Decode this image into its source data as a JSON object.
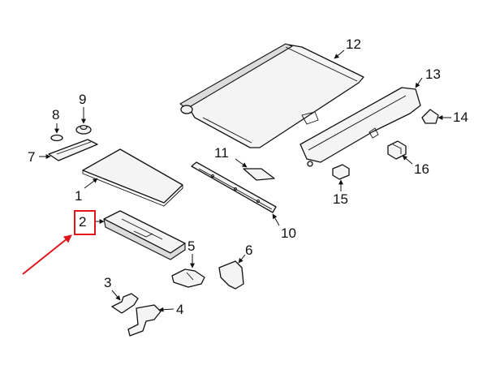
{
  "callouts": [
    {
      "id": "1",
      "label": "1"
    },
    {
      "id": "2",
      "label": "2"
    },
    {
      "id": "3",
      "label": "3"
    },
    {
      "id": "4",
      "label": "4"
    },
    {
      "id": "5",
      "label": "5"
    },
    {
      "id": "6",
      "label": "6"
    },
    {
      "id": "7",
      "label": "7"
    },
    {
      "id": "8",
      "label": "8"
    },
    {
      "id": "9",
      "label": "9"
    },
    {
      "id": "10",
      "label": "10"
    },
    {
      "id": "11",
      "label": "11"
    },
    {
      "id": "12",
      "label": "12"
    },
    {
      "id": "13",
      "label": "13"
    },
    {
      "id": "14",
      "label": "14"
    },
    {
      "id": "15",
      "label": "15"
    },
    {
      "id": "16",
      "label": "16"
    }
  ],
  "highlight": {
    "callout": "2",
    "color": "#e0141b"
  }
}
